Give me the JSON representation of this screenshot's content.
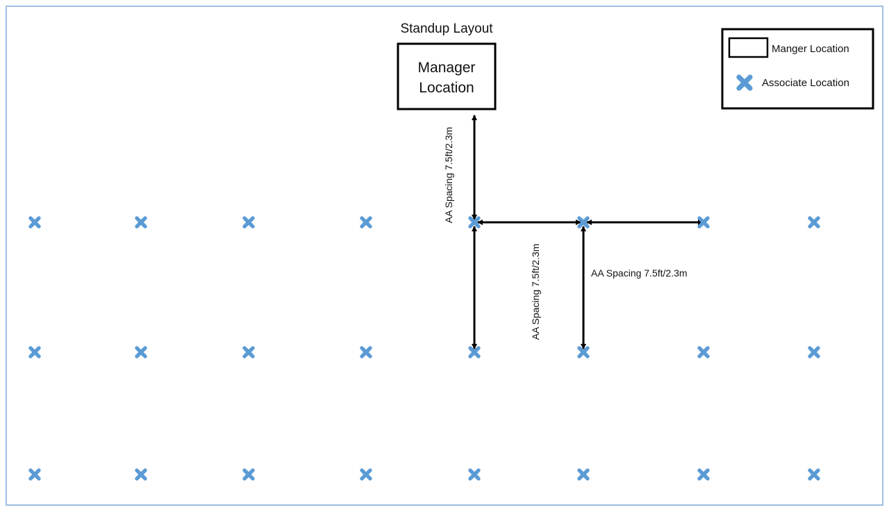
{
  "title": "Standup Layout",
  "manager_box": {
    "line1": "Manager",
    "line2": "Location"
  },
  "legend": {
    "manager_label": "Manger Location",
    "associate_label": "Associate Location"
  },
  "spacing_labels": {
    "vertical_top": "AA Spacing 7.5ft/2.3m",
    "vertical_middle": "AA Spacing 7.5ft/2.3m",
    "horizontal": "AA Spacing 7.5ft/2.3m"
  },
  "grid": {
    "rows": 3,
    "columns": 8
  },
  "colors": {
    "border": "#9dbfe0",
    "associate": "#5b9bd5",
    "line": "#000000"
  }
}
